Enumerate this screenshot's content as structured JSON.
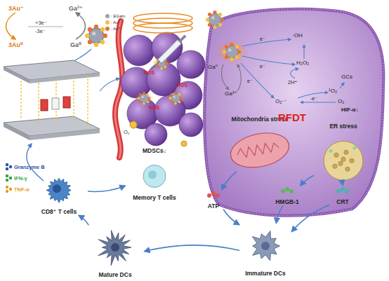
{
  "diagram": {
    "nodes": [
      {
        "text": [
          "Mitochondria stress"
        ]
      },
      {
        "text": [
          "ER stress"
        ]
      },
      {
        "text": [
          "ATP"
        ]
      },
      {
        "text": [
          "HMGB-1"
        ]
      },
      {
        "text": [
          "CRT"
        ]
      },
      {
        "text": [
          "Immature DCs"
        ]
      },
      {
        "text": [
          "Mature DCs"
        ]
      },
      {
        "text": [
          "CD8⁺ T cells"
        ]
      },
      {
        "text": [
          "Memory T cells"
        ]
      }
    ],
    "edges": [
      {
        "from": 0,
        "to": 2,
        "arrow": "to"
      },
      {
        "from": 1,
        "to": 3,
        "arrow": "to"
      },
      {
        "from": 1,
        "to": 4,
        "arrow": "to"
      },
      {
        "from": 2,
        "to": 5,
        "arrow": "to"
      },
      {
        "from": 3,
        "to": 5,
        "arrow": "to"
      },
      {
        "from": 4,
        "to": 5,
        "arrow": "to"
      },
      {
        "from": 5,
        "to": 6,
        "arrow": "to"
      },
      {
        "from": 6,
        "to": 7,
        "arrow": "to"
      },
      {
        "from": 7,
        "to": 8,
        "arrow": "to"
      }
    ],
    "labels": [
      "3Au⁺",
      "Ga³⁺",
      "+3e⁻",
      "-3e⁻",
      "3Au⁰",
      "Ga⁰",
      "ROS",
      "ROS",
      "ROS",
      "O₂",
      "MDSCs↓",
      "Granzyme B",
      "IFN-γ",
      "TNF-α",
      "Ga⁰",
      "·OH",
      "e⁻",
      "H₂O₂",
      "e⁻",
      "2H⁺",
      "GCs",
      "¹O₂",
      "Ga³⁺",
      "e⁻",
      "O₂·⁻",
      "-e⁻",
      "O₂",
      "HIF-α↓",
      "RFDT"
    ],
    "legend": [
      {
        "text": ": EGaIn",
        "color": "#9ea3b3"
      },
      {
        "text": ": Au⁰",
        "color": "#f2c23a"
      },
      {
        "text": ": Au⁺",
        "color": "#e5703a"
      }
    ]
  }
}
